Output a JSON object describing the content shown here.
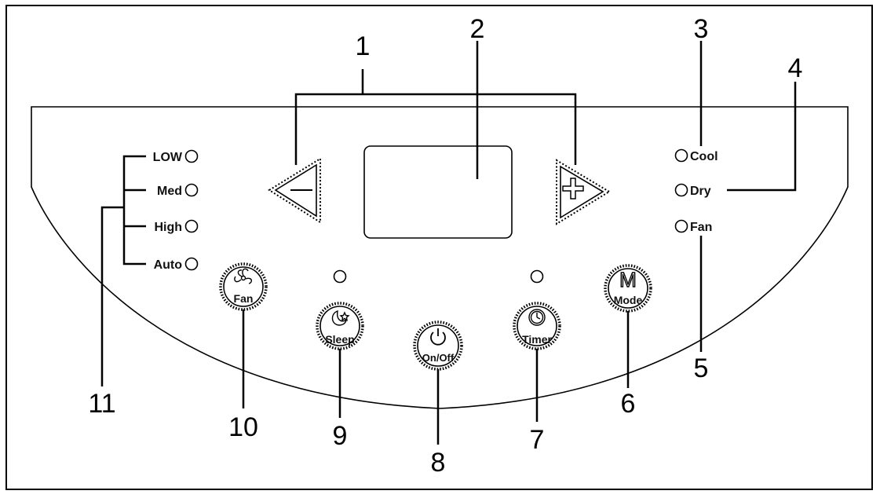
{
  "callouts": [
    "1",
    "2",
    "3",
    "4",
    "5",
    "6",
    "7",
    "8",
    "9",
    "10",
    "11"
  ],
  "fan_speeds": [
    "LOW",
    "Med",
    "High",
    "Auto"
  ],
  "modes": [
    "Cool",
    "Dry",
    "Fan"
  ],
  "buttons": {
    "fan": "Fan",
    "sleep": "Sleep",
    "onoff": "On/Off",
    "timer": "Timer",
    "mode": "Mode",
    "mode_glyph": "M"
  }
}
